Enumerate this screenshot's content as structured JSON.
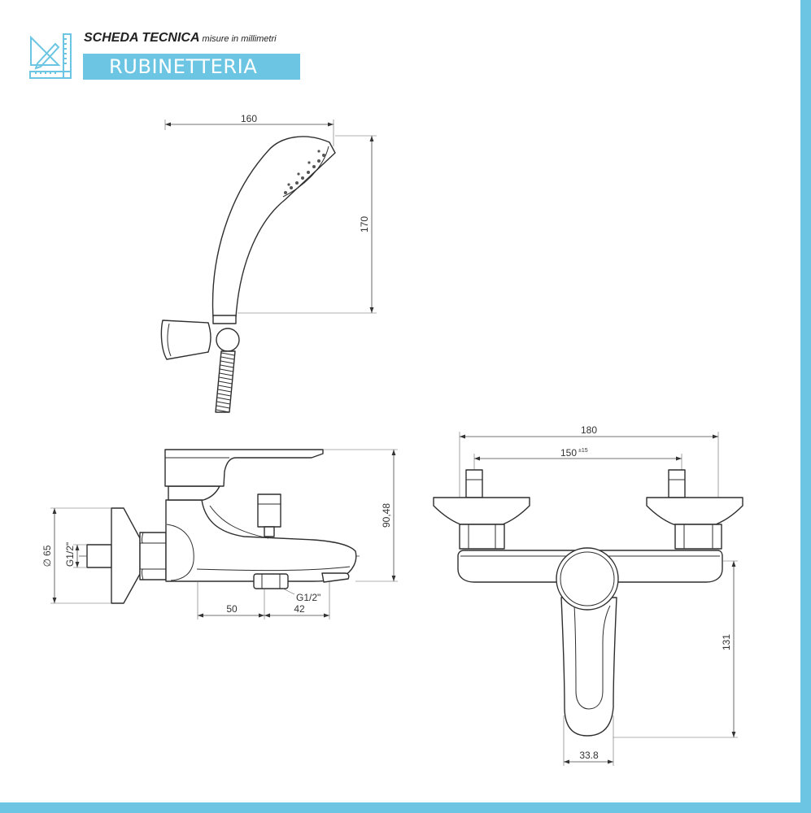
{
  "header": {
    "icon": "ruler-pencil-icon",
    "title": "SCHEDA TECNICA",
    "subtitle": "misure in millimetri",
    "category": "RUBINETTERIA"
  },
  "colors": {
    "accent": "#6cc6e3",
    "line": "#2f2f2f"
  },
  "hand_shower": {
    "width": "160",
    "height": "170"
  },
  "side_view": {
    "height": "90,48",
    "diameter_symbol": "∅",
    "flange_diameter": "65",
    "inlet_thread": "G1/2\"",
    "outlet_thread": "G1/2\"",
    "distance_a": "50",
    "distance_b": "42"
  },
  "front_view": {
    "overall_width": "180",
    "inlet_spacing": "150",
    "inlet_spacing_tolerance": "±15",
    "handle_drop": "131",
    "handle_width": "33.8"
  }
}
